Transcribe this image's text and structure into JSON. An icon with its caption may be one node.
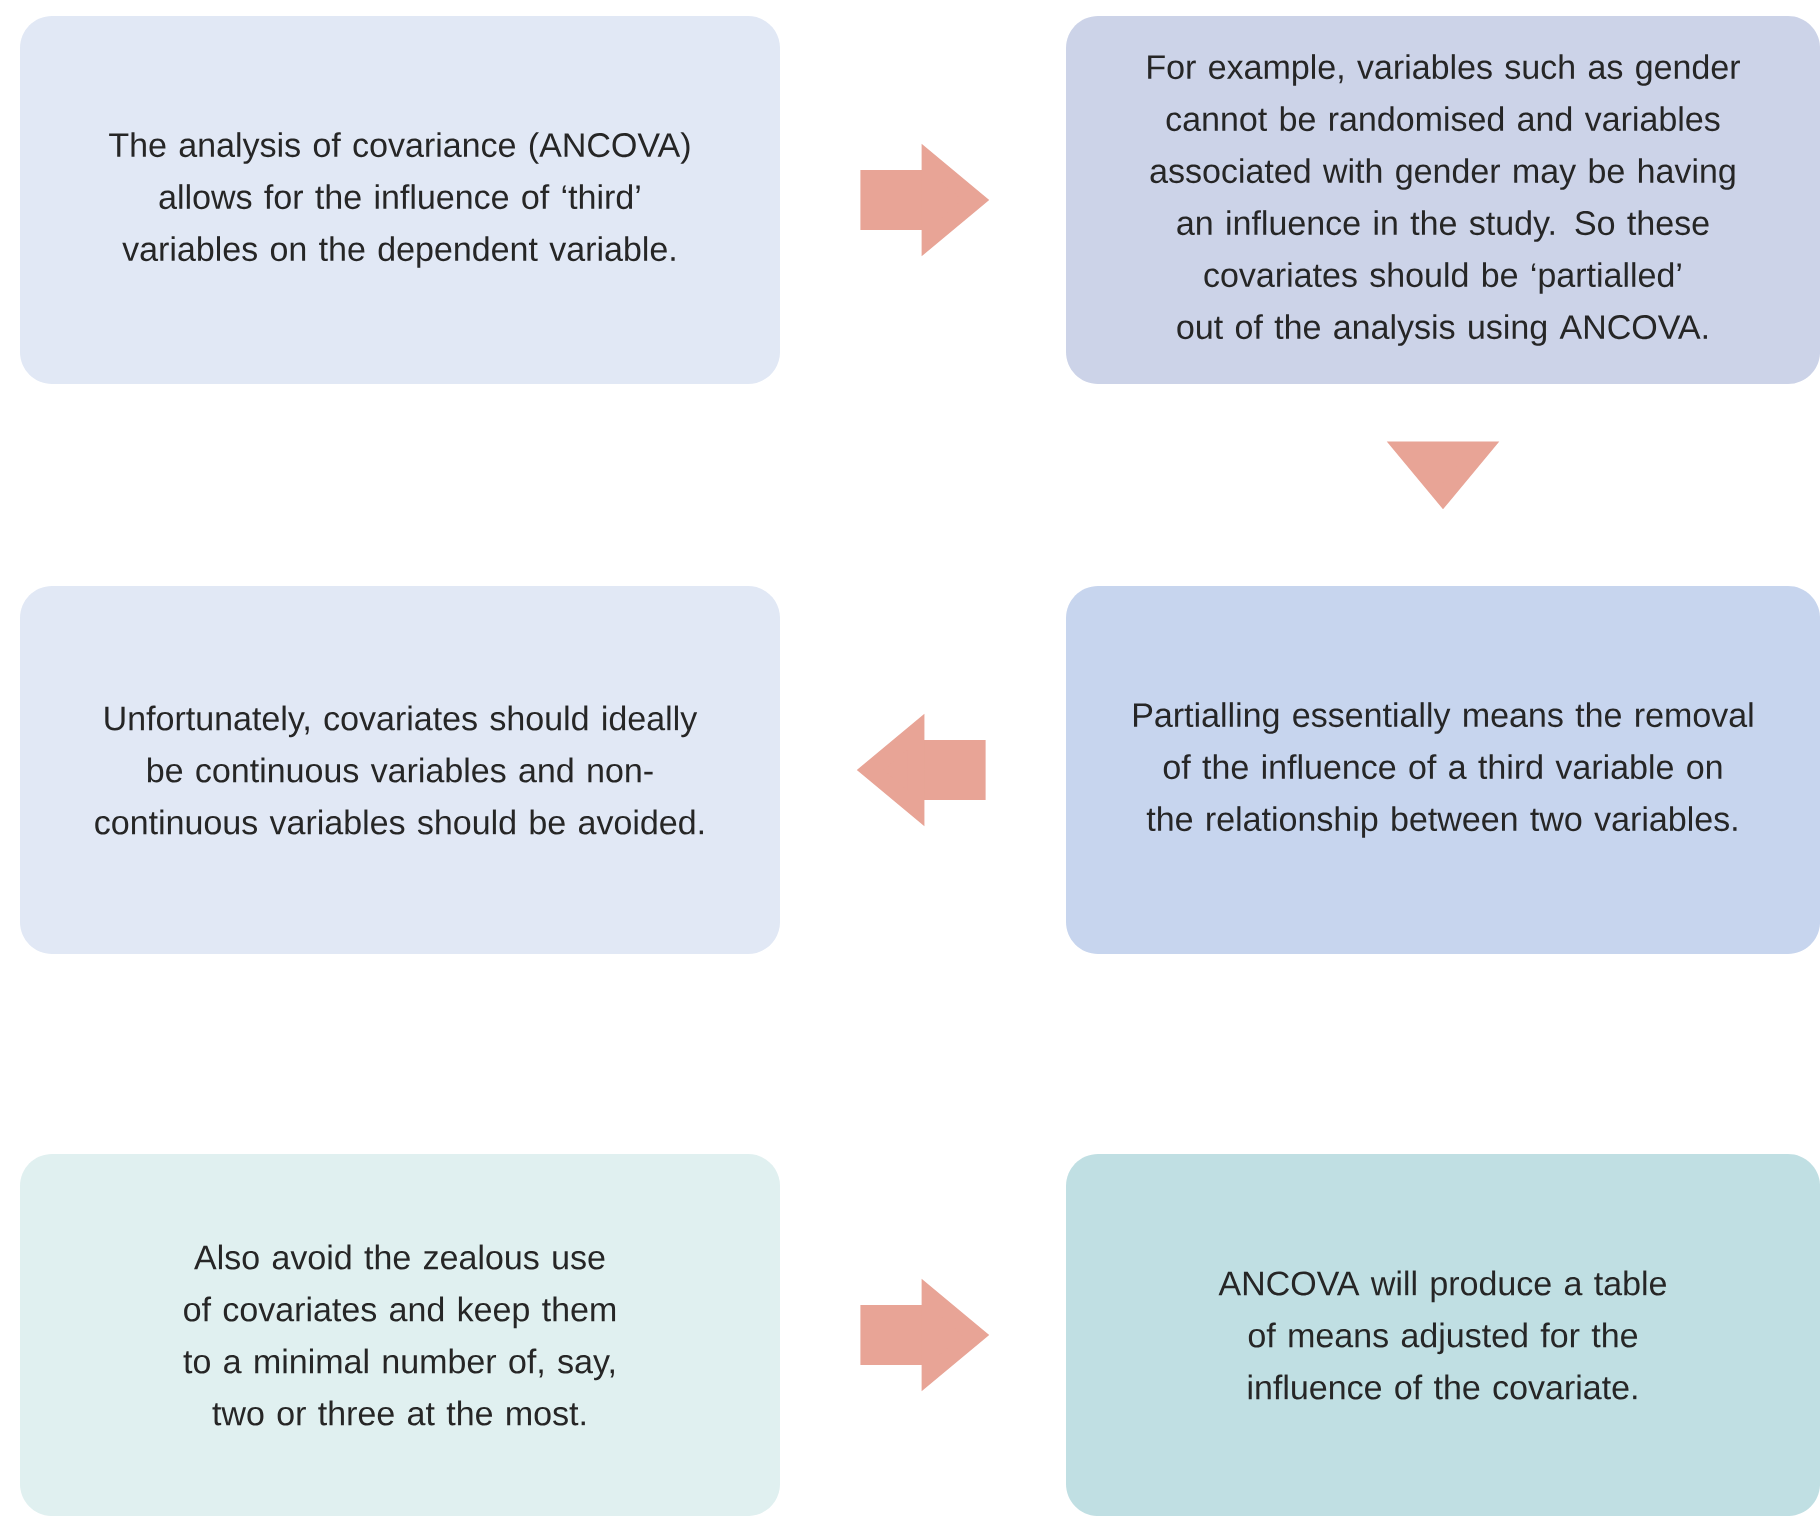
{
  "diagram": {
    "nodes": [
      {
        "text": [
          "The analysis of covariance (ANCOVA) allows for the influence of ‘third’ variables on the dependent variable."
        ]
      },
      {
        "text": [
          "For example, variables such as gender cannot be randomised and variables associated with gender may be having an influence in the study. So these covariates should be ‘partialled’ out of the analysis using ANCOVA."
        ]
      },
      {
        "text": [
          "Partialling essentially means the removal of the influence of a third variable on the relationship between two variables."
        ]
      },
      {
        "text": [
          "Unfortunately, covariates should ideally be continuous variables and non-continuous variables should be avoided."
        ]
      },
      {
        "text": [
          "Also avoid the zealous use of covariates and keep them to a minimal number of, say, two or three at the most."
        ]
      },
      {
        "text": [
          "ANCOVA will produce a table of means adjusted for the influence of the covariate."
        ]
      }
    ],
    "edges": [
      {
        "from": 0,
        "to": 1,
        "arrow": "to"
      },
      {
        "from": 1,
        "to": 2,
        "arrow": "to"
      },
      {
        "from": 2,
        "to": 3,
        "arrow": "to"
      },
      {
        "from": 4,
        "to": 5,
        "arrow": "to"
      }
    ]
  }
}
